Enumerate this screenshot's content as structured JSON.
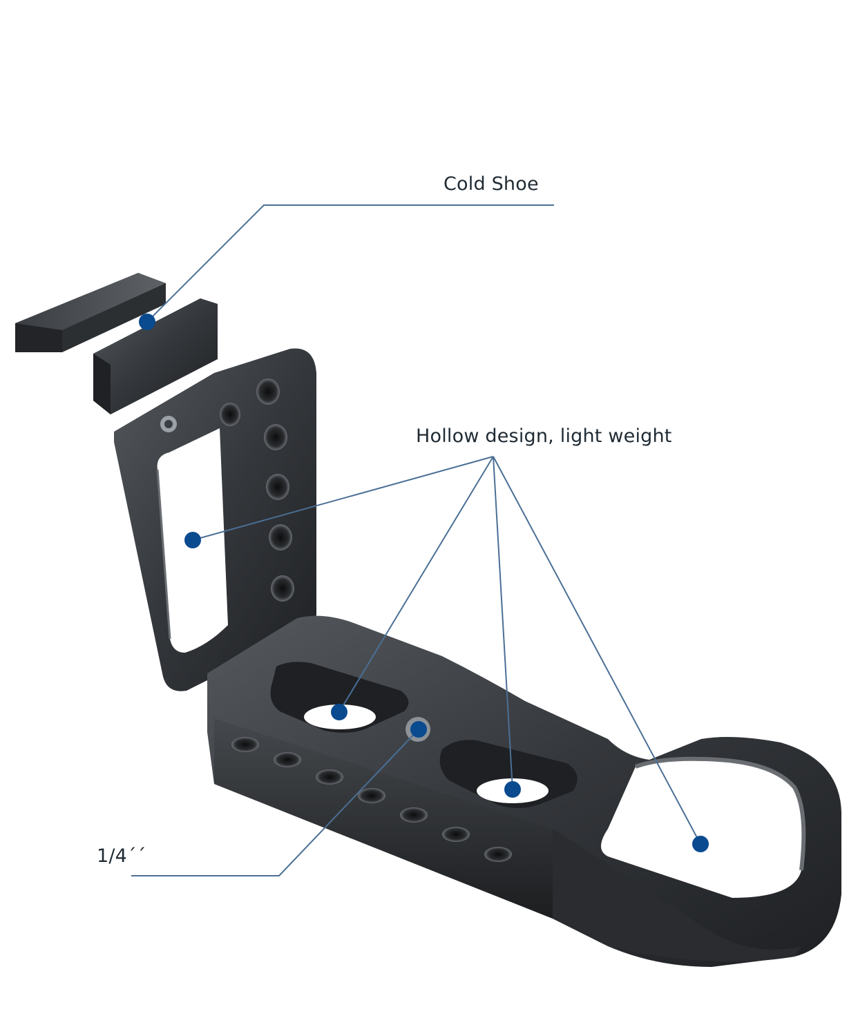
{
  "callouts": {
    "cold_shoe": "Cold Shoe",
    "hollow_design": "Hollow design, light weight",
    "quarter_inch": "1/4´´"
  },
  "colors": {
    "background": "#ffffff",
    "leader_line": "#4a6f95",
    "marker_dot": "#0a4a8f",
    "label_text": "#1f2a33",
    "metal_dark": "#2a2c2f",
    "metal_mid": "#3f4246",
    "metal_light": "#5a5e63"
  },
  "icons": [
    "l-bracket-illustration",
    "marker-dot"
  ]
}
